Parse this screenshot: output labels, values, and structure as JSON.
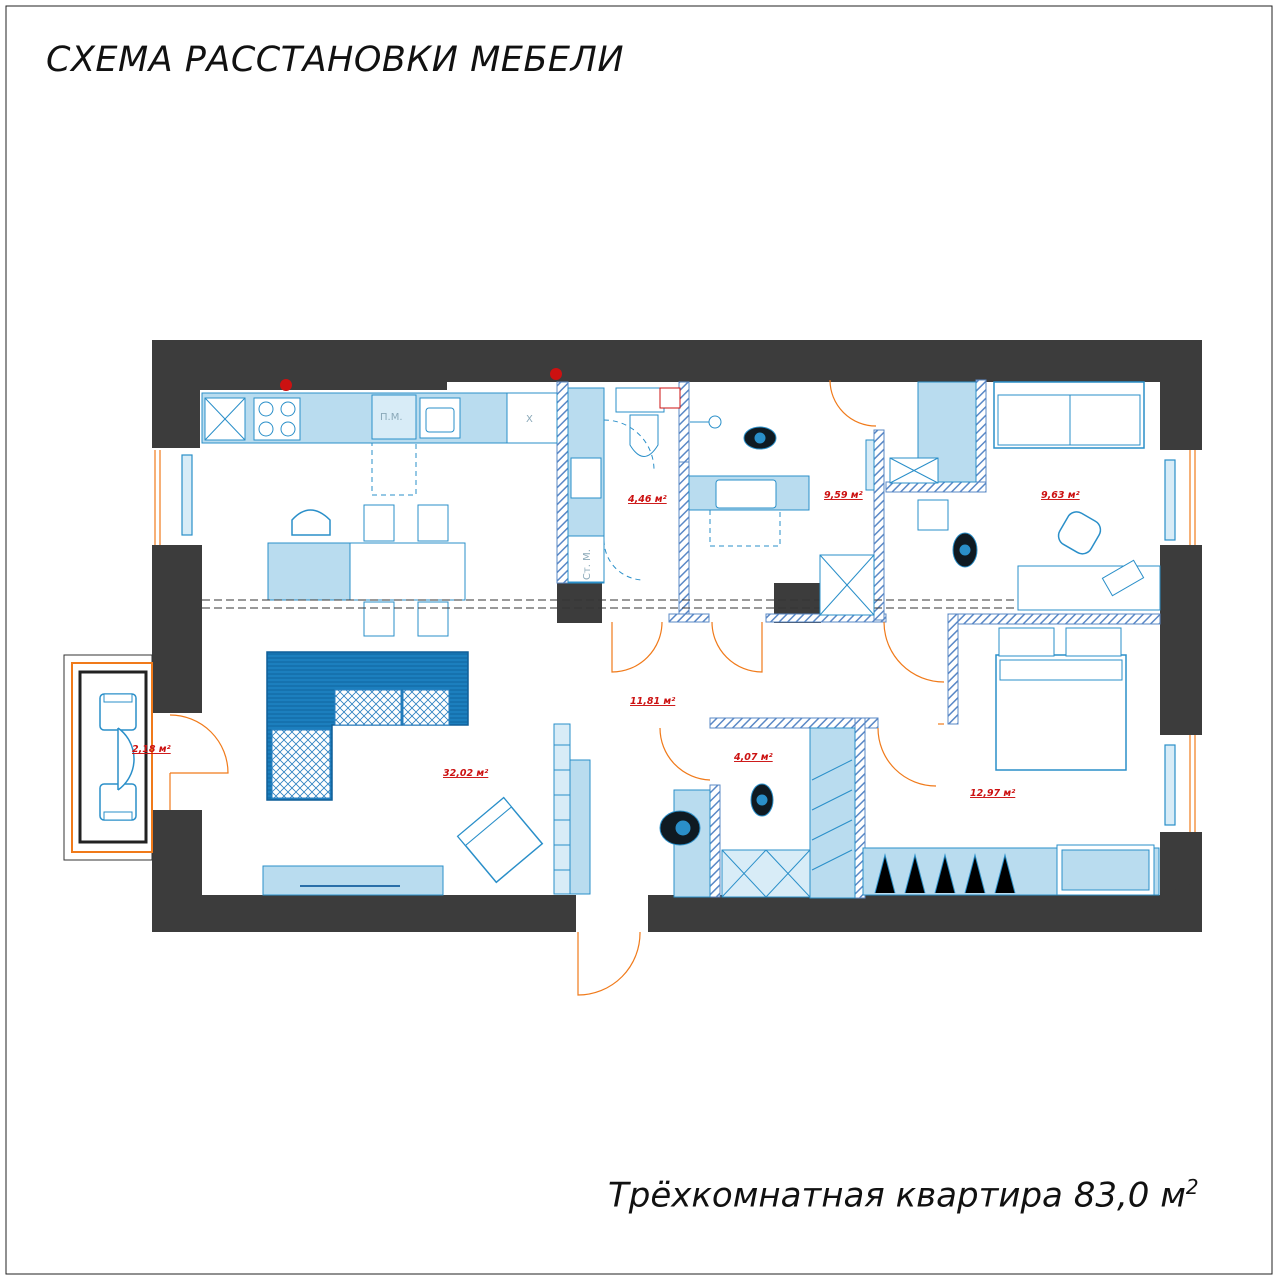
{
  "title": "СХЕМА РАССТАНОВКИ МЕБЕЛИ",
  "subtitle": {
    "text": "Трёхкомнатная квартира 83,0 м",
    "sup": "2"
  },
  "rooms": [
    {
      "id": "living-kitchen",
      "area": "32,02 м²"
    },
    {
      "id": "loggia",
      "area": "2,18 м²"
    },
    {
      "id": "bathroom",
      "area": "4,46 м²"
    },
    {
      "id": "toilet-bath",
      "area": "9,59 м²"
    },
    {
      "id": "bedroom-small",
      "area": "9,63 м²"
    },
    {
      "id": "hallway",
      "area": "11,81 м²"
    },
    {
      "id": "wardrobe",
      "area": "4,07 м²"
    },
    {
      "id": "bedroom-main",
      "area": "12,97 м²"
    }
  ],
  "labels": {
    "dishwasher": "П.М.",
    "fridge": "Х",
    "washer": "Ст. М."
  },
  "colors": {
    "wall": "#3c3c3c",
    "furniture_fill": "#b9dcef",
    "furniture_stroke": "#2a8fc9",
    "sofa": "#1c7fbe",
    "door": "#f07a1a",
    "area_text": "#cc1111",
    "partition_hatch": "#5a88c6"
  }
}
